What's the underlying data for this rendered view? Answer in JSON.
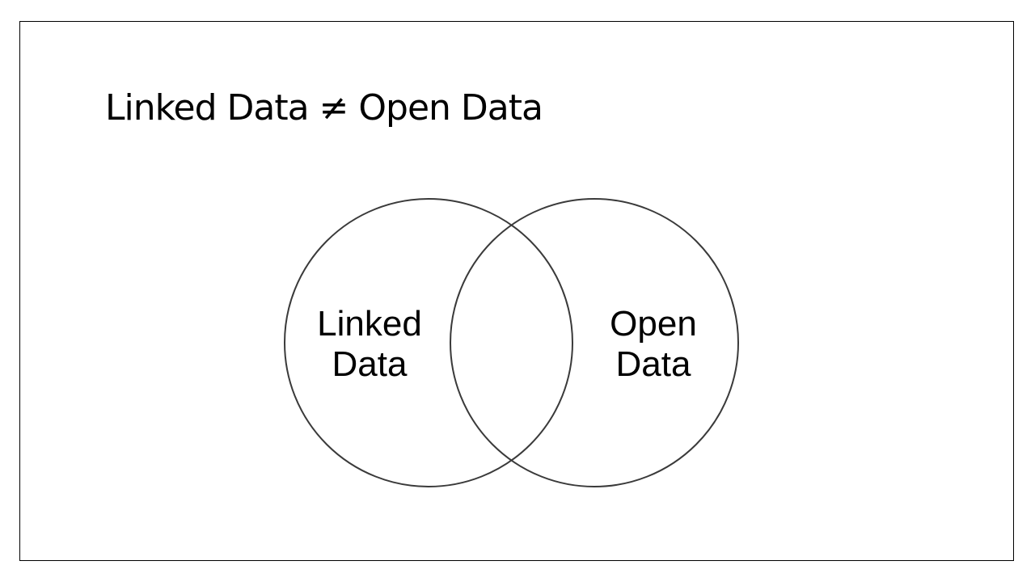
{
  "slide": {
    "title": "Linked Data ≠ Open Data"
  },
  "venn": {
    "sets": [
      {
        "line1": "Linked",
        "line2": "Data"
      },
      {
        "line1": "Open",
        "line2": "Data"
      }
    ],
    "stroke_color": "#3a3a3a"
  }
}
